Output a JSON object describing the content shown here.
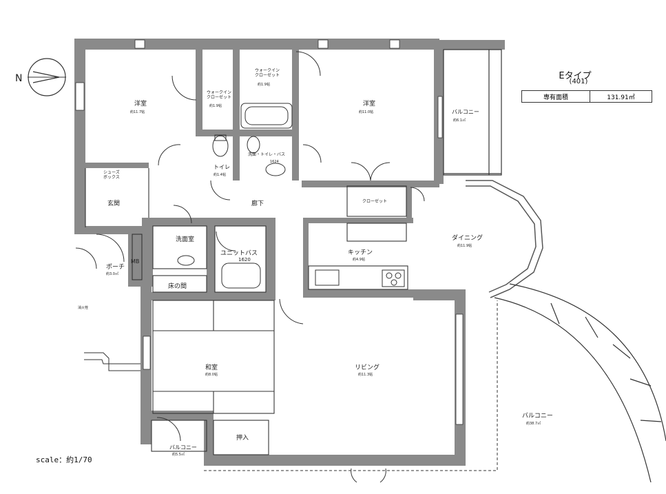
{
  "header": {
    "type_name": "Eタイプ",
    "unit_no": "(401)",
    "area_label": "専有面積",
    "area_value": "131.91㎡"
  },
  "scale": "scale：約1/70",
  "compass": {
    "label": "N"
  },
  "rooms": {
    "western1": "洋室",
    "western1_area": "約11.7帖",
    "walkin1": "ウォークイン\nクローゼット",
    "walkin1_area": "約1.9帖",
    "walkin2": "ウォークイン\nクローゼット",
    "walkin2_area": "約1.9帖",
    "western2": "洋室",
    "western2_area": "約11.0帖",
    "balcony_top": "バルコニー",
    "balcony_top_area": "約6.1㎡",
    "shoes": "シューズ\nボックス",
    "toilet": "トイレ",
    "toilet_area": "約1.4帖",
    "washroom_toilet": "洗面・トイレ・バス",
    "washroom_toilet_area": "1624",
    "entrance": "玄関",
    "hallway": "廊下",
    "closet": "クローゼット",
    "dining": "ダイニング",
    "dining_area": "約11.9帖",
    "washroom": "洗面室",
    "unit_bath": "ユニットバス",
    "unit_bath_size": "1620",
    "kitchen": "キッチン",
    "kitchen_area": "約4.9帖",
    "porch": "ポーチ",
    "porch_area": "約3.0㎡",
    "mb": "MB",
    "tokonoma": "床の間",
    "hydrant": "消火栓",
    "washitsu": "和室",
    "washitsu_area": "約8.0帖",
    "living": "リビング",
    "living_area": "約11.3帖",
    "balcony_right": "バルコニー",
    "balcony_right_area": "約38.7㎡",
    "oshiire": "押入",
    "balcony_bottom": "バルコニー",
    "balcony_bottom_area": "約5.5㎡"
  }
}
